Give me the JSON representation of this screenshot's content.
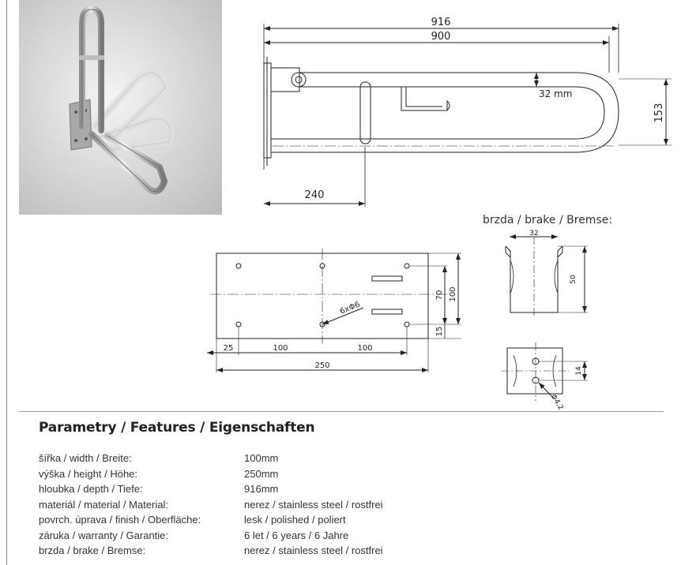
{
  "drawing_top": {
    "dim_overall": "916",
    "dim_bar": "900",
    "dim_gap": "32 mm",
    "dim_height": "153",
    "dim_handle_offset": "240"
  },
  "drawing_plate": {
    "dim_offset": "25",
    "dim_pitch_1": "100",
    "dim_pitch_2": "100",
    "dim_width": "250",
    "dim_inner_height": "70",
    "dim_height": "100",
    "dim_edge": "15",
    "holes_label": "6xΦ6"
  },
  "drawing_brake": {
    "caption": "brzda / brake / Bremse:",
    "dim_width": "32",
    "dim_height": "50",
    "dim_hole_spacing": "14",
    "dim_hole_diameter": "Φ4,2"
  },
  "params": {
    "title": "Parametry / Features / Eigenschaften",
    "rows": [
      {
        "label": "šířka / width / Breite:",
        "value": "100mm"
      },
      {
        "label": "výška / height / Höhe:",
        "value": "250mm"
      },
      {
        "label": "hloubka / depth / Tiefe:",
        "value": "916mm"
      },
      {
        "label": "materiál / material / Material:",
        "value": "nerez / stainless steel / rostfrei"
      },
      {
        "label": "povrch. úprava / finish / Oberfläche:",
        "value": "lesk / polished / poliert"
      },
      {
        "label": "záruka / warranty / Garantie:",
        "value": "6 let / 6 years / 6 Jahre"
      },
      {
        "label": "brzda / brake / Bremse:",
        "value": "nerez / stainless steel / rostfrei"
      }
    ]
  }
}
